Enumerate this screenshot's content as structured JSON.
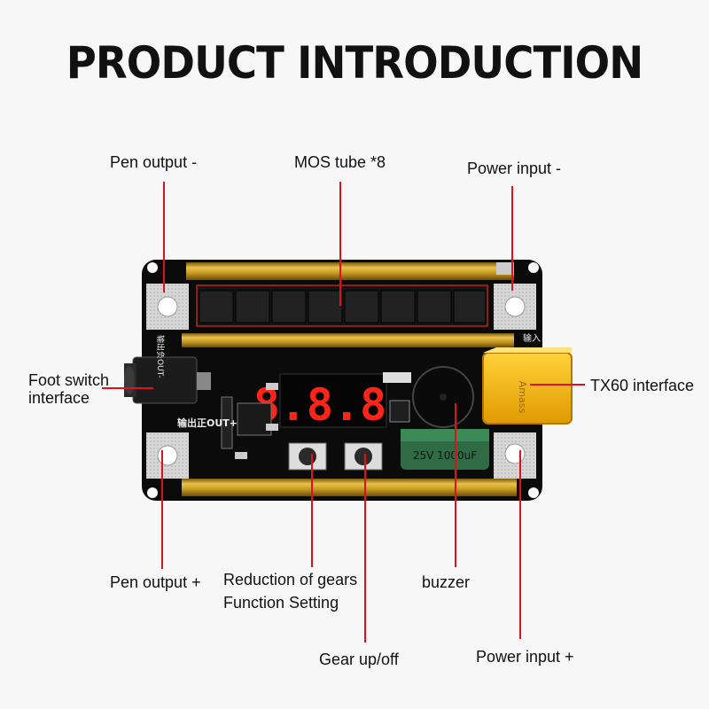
{
  "title": "PRODUCT INTRODUCTION",
  "labels": {
    "pen_output_minus": "Pen output -",
    "mos_tube": "MOS tube *8",
    "power_input_minus": "Power input -",
    "foot_switch_1": "Foot switch",
    "foot_switch_2": "interface",
    "tx60": "TX60 interface",
    "pen_output_plus": "Pen output +",
    "reduction_gears": "Reduction of gears",
    "function_setting": "Function Setting",
    "buzzer": "buzzer",
    "gear_up_off": "Gear up/off",
    "power_input_plus": "Power input +"
  },
  "board_text": {
    "display": "8.8.8.",
    "out_plus": "输出正OUT+",
    "out_minus": "输出负OUT-",
    "input_label": "输入",
    "cap_text": "25V 1000uF",
    "plug_text": "Amass"
  },
  "colors": {
    "pointer": "#e3101c",
    "pcb": "#0d0d0d",
    "gold": "#c9a227",
    "connector": "#f2b400",
    "digit": "#ff2418"
  }
}
